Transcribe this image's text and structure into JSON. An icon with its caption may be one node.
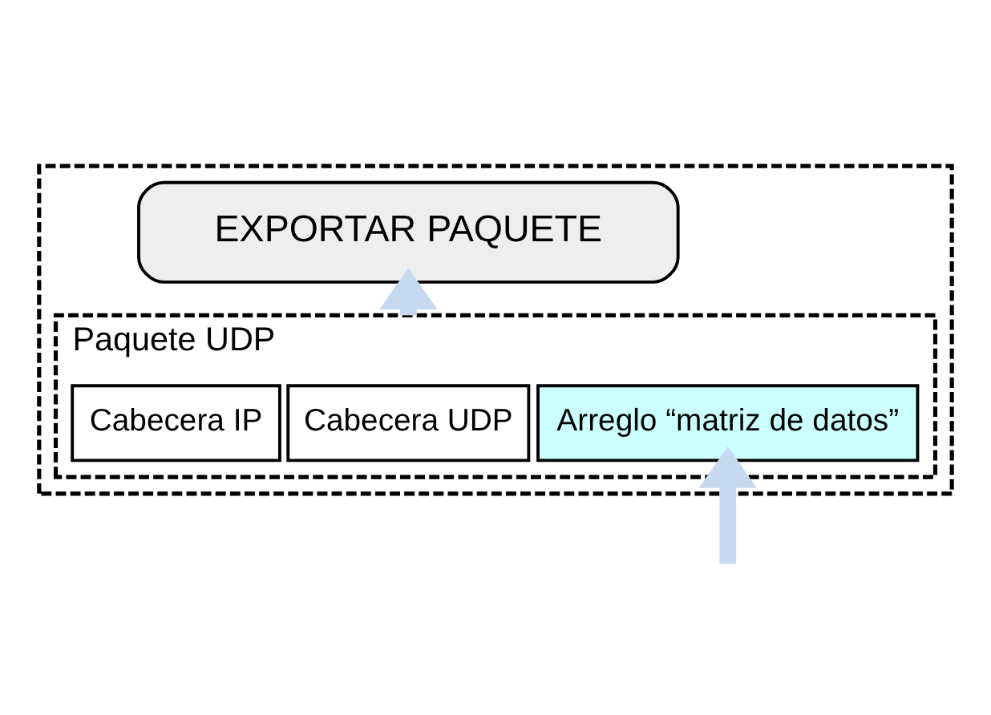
{
  "diagram": {
    "nodes": [
      {
        "text": [],
        "shape": "box"
      },
      {
        "text": [
          "EXPORTAR PAQUETE"
        ],
        "in": 0
      },
      {
        "text": [
          "Paquete UDP"
        ],
        "in": 0
      },
      {
        "text": [
          "Cabecera IP"
        ],
        "in": 2
      },
      {
        "text": [
          "Cabecera UDP"
        ],
        "in": 2
      },
      {
        "text": [
          "Arreglo “matriz de datos”"
        ],
        "in": 2
      }
    ],
    "edges": [
      {
        "from": 2,
        "to": 1,
        "arrow": "to"
      },
      {
        "from": null,
        "to": 5,
        "arrow": "to"
      }
    ]
  }
}
